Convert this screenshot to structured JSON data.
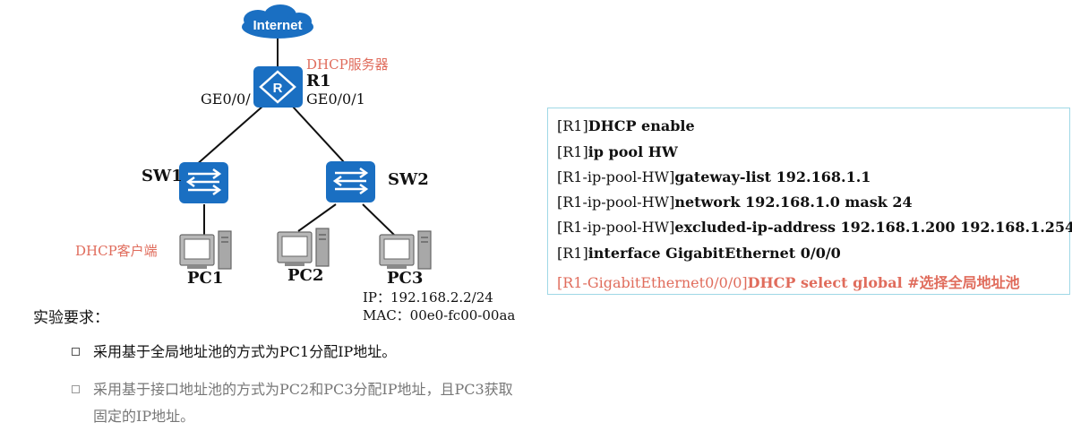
{
  "diagram": {
    "internet": "Internet",
    "router": {
      "name": "R1",
      "role": "DHCP服务器",
      "port_left": "GE0/0/",
      "port_right": "GE0/0/1"
    },
    "switches": [
      {
        "name": "SW1"
      },
      {
        "name": "SW2"
      }
    ],
    "client_role": "DHCP客户端",
    "pcs": [
      {
        "name": "PC1"
      },
      {
        "name": "PC2"
      },
      {
        "name": "PC3"
      }
    ],
    "pc3_info": {
      "ip": "IP：192.168.2.2/24",
      "mac": "MAC：00e0-fc00-00aa"
    }
  },
  "requirements": {
    "title": "实验要求：",
    "items": [
      "采用基于全局地址池的方式为PC1分配IP地址。",
      "采用基于接口地址池的方式为PC2和PC3分配IP地址，且PC3获取固定的IP地址。"
    ]
  },
  "commands": [
    {
      "prompt": "[R1]",
      "cmd": "DHCP enable"
    },
    {
      "prompt": "[R1]",
      "cmd": "ip pool HW"
    },
    {
      "prompt": "[R1-ip-pool-HW]",
      "cmd": "gateway-list 192.168.1.1"
    },
    {
      "prompt": "[R1-ip-pool-HW]",
      "cmd": "network 192.168.1.0 mask 24"
    },
    {
      "prompt": "[R1-ip-pool-HW]",
      "cmd": "excluded-ip-address 192.168.1.200 192.168.1.254"
    },
    {
      "prompt": "[R1]",
      "cmd": "interface GigabitEthernet 0/0/0"
    },
    {
      "prompt": "[R1-GigabitEthernet0/0/0]",
      "cmd": "DHCP select global  #选择全局地址池"
    }
  ],
  "colors": {
    "device_blue": "#1a6fc2",
    "highlight_red": "#e06c5c",
    "box_border": "#9fd8e6"
  }
}
